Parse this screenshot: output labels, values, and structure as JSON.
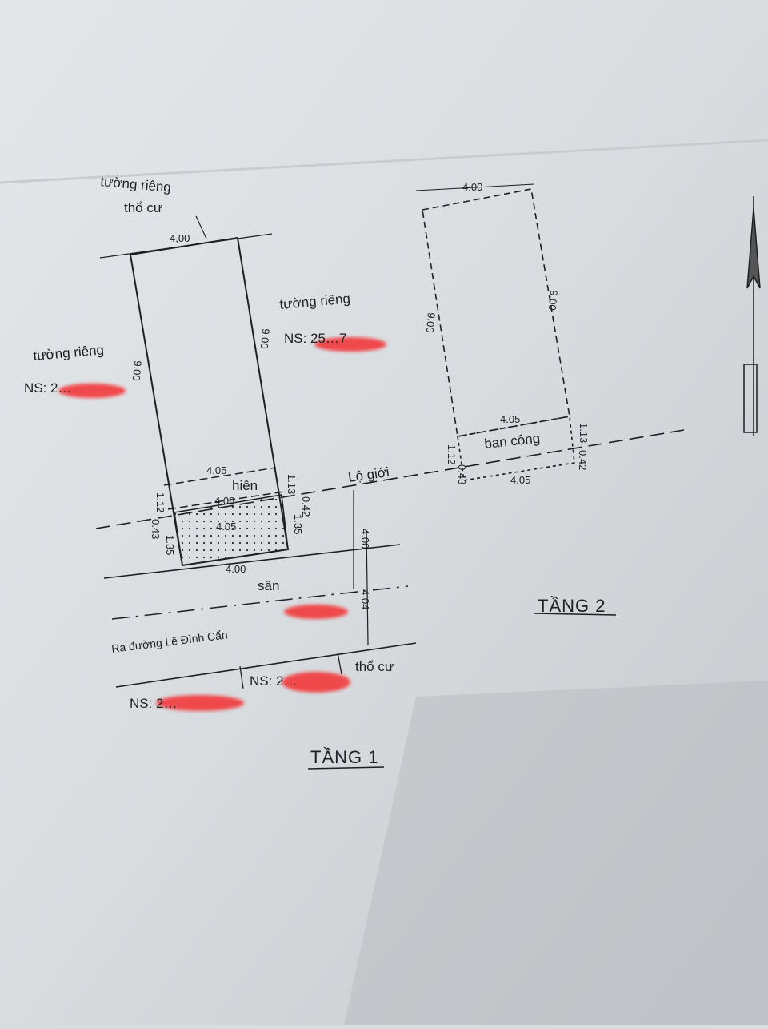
{
  "floor1": {
    "title": "TẦNG 1",
    "top_width": "4,00",
    "top_wall_label": "tường riêng",
    "top_land_label": "thổ cư",
    "right_wall_label": "tường riêng",
    "right_neighbor": "NS: 25…7",
    "left_wall_label": "tường riêng",
    "left_neighbor": "NS: 2…",
    "left_length": "9.00",
    "right_length": "9.00",
    "eave_width": "4.05",
    "eave_label": "hiên",
    "eave_left_depth": "1.12",
    "eave_right_depth": "1.13",
    "inner_width": "4.06",
    "front_width": "4.05",
    "left_offset": "0.43",
    "right_offset": "0.42",
    "left_front_depth": "1.35",
    "right_front_depth": "1.35",
    "bottom_width": "4.00",
    "yard_label": "sân",
    "road_setback_label": "Lộ giới",
    "setback_dim_1": "4.00",
    "setback_dim_2": "4.04",
    "road_label": "Ra đường Lê Đình Cẩn",
    "bottom_land_label": "thổ cư",
    "bottom_neighbor_1": "NS: 2…",
    "bottom_neighbor_2": "NS: 2…"
  },
  "floor2": {
    "title": "TẦNG 2",
    "top_width": "4.00",
    "left_length": "9.00",
    "right_length": "9.00",
    "balcony_width_top": "4.05",
    "balcony_label": "ban công",
    "balcony_width_bottom": "4.05",
    "left_depth": "1.12",
    "right_depth": "1.13",
    "left_offset": "0.43",
    "right_offset": "0.42"
  },
  "colors": {
    "paper": "#d9dde0",
    "ink": "#1d1f22",
    "redaction": "#f0484c"
  }
}
